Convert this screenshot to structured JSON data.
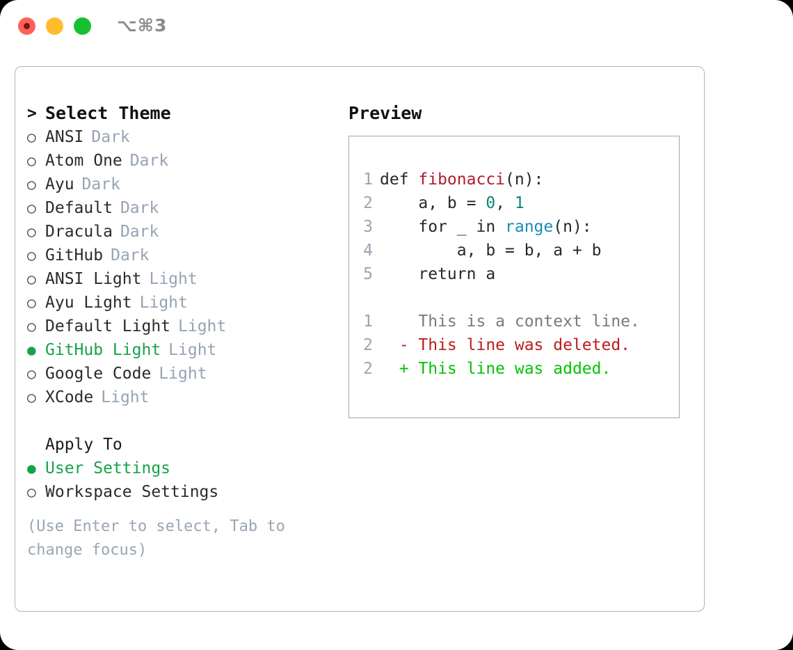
{
  "window": {
    "shortcut": "⌥⌘3",
    "traffic_lights": [
      "close-light",
      "minimize-light",
      "maximize-light"
    ],
    "border_color": "#aab4c4"
  },
  "colors": {
    "accent_green": "#16a34a",
    "tag_gray": "#97a3b4",
    "hint_gray": "#9aa5b4",
    "gutter_gray": "#9aa5b1",
    "fn_red": "#b01c2e",
    "num_teal": "#0a8578",
    "call_blue": "#1c8ab8",
    "diff_add_green": "#00c400",
    "diff_del_red": "#c01b1b",
    "diff_ctx_gray": "#7a7a7a"
  },
  "theme_picker": {
    "caret": ">",
    "title": "Select Theme",
    "marker_unselected": "○",
    "marker_selected": "●",
    "items": [
      {
        "name": "ANSI",
        "tag": "Dark",
        "selected": false
      },
      {
        "name": "Atom One",
        "tag": "Dark",
        "selected": false
      },
      {
        "name": "Ayu",
        "tag": "Dark",
        "selected": false
      },
      {
        "name": "Default",
        "tag": "Dark",
        "selected": false
      },
      {
        "name": "Dracula",
        "tag": "Dark",
        "selected": false
      },
      {
        "name": "GitHub",
        "tag": "Dark",
        "selected": false
      },
      {
        "name": "ANSI Light",
        "tag": "Light",
        "selected": false
      },
      {
        "name": "Ayu Light",
        "tag": "Light",
        "selected": false
      },
      {
        "name": "Default Light",
        "tag": "Light",
        "selected": false
      },
      {
        "name": "GitHub Light",
        "tag": "Light",
        "selected": true
      },
      {
        "name": "Google Code",
        "tag": "Light",
        "selected": false
      },
      {
        "name": "XCode",
        "tag": "Light",
        "selected": false
      }
    ]
  },
  "apply_to": {
    "heading": "Apply To",
    "options": [
      {
        "label": "User Settings",
        "selected": true
      },
      {
        "label": "Workspace Settings",
        "selected": false
      }
    ]
  },
  "hint": "(Use Enter to select, Tab to change focus)",
  "preview": {
    "title": "Preview",
    "code_lines": [
      {
        "num": "1",
        "tokens": [
          {
            "t": "def ",
            "k": "plain"
          },
          {
            "t": "fibonacci",
            "k": "fn"
          },
          {
            "t": "(n):",
            "k": "plain"
          }
        ]
      },
      {
        "num": "2",
        "tokens": [
          {
            "t": "    a, b = ",
            "k": "plain"
          },
          {
            "t": "0",
            "k": "num"
          },
          {
            "t": ", ",
            "k": "plain"
          },
          {
            "t": "1",
            "k": "num"
          }
        ]
      },
      {
        "num": "3",
        "tokens": [
          {
            "t": "    for _ in ",
            "k": "plain"
          },
          {
            "t": "range",
            "k": "call"
          },
          {
            "t": "(n):",
            "k": "plain"
          }
        ]
      },
      {
        "num": "4",
        "tokens": [
          {
            "t": "        a, b = b, a + b",
            "k": "plain"
          }
        ]
      },
      {
        "num": "5",
        "tokens": [
          {
            "t": "    return a",
            "k": "plain"
          }
        ]
      }
    ],
    "diff_lines": [
      {
        "num": "1",
        "sign": " ",
        "text": "This is a context line.",
        "kind": "ctx"
      },
      {
        "num": "2",
        "sign": "-",
        "text": "This line was deleted.",
        "kind": "del"
      },
      {
        "num": "2",
        "sign": "+",
        "text": "This line was added.",
        "kind": "add"
      }
    ]
  }
}
